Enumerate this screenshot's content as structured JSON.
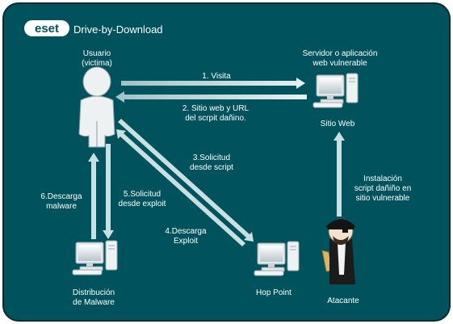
{
  "header": {
    "logo": "eset",
    "title": "Drive-by-Download"
  },
  "nodes": {
    "victim": {
      "label_line1": "Usuario",
      "label_line2": "(victima)",
      "icon": "user-icon"
    },
    "server": {
      "caption_line1": "Servidor o aplicación",
      "caption_line2": "web vulnerable",
      "label": "Sitio Web",
      "icon": "computer-icon"
    },
    "malware_dist": {
      "label_line1": "Distribución",
      "label_line2": "de Malware",
      "icon": "computer-icon"
    },
    "hop_point": {
      "label": "Hop Point",
      "icon": "computer-icon"
    },
    "attacker": {
      "label": "Atacante",
      "icon": "pirate-icon"
    }
  },
  "steps": {
    "s1": {
      "line1": "1. Visita"
    },
    "s2": {
      "line1": "2. Sitio web y URL",
      "line2": "del scrpit dañino."
    },
    "s3": {
      "line1": "3.Solicitud",
      "line2": "desde script"
    },
    "s4": {
      "line1": "4.Descarga",
      "line2": "Exploit"
    },
    "s5": {
      "line1": "5.Solicitud",
      "line2": "desde exploit"
    },
    "s6": {
      "line1": "6.Descarga",
      "line2": "malware"
    },
    "install": {
      "line1": "Instalación",
      "line2": "script dañiño en",
      "line3": "sitio vulnerable"
    }
  },
  "colors": {
    "background": "#00535c",
    "arrow": "#c8e0e2",
    "text": "#ffffff"
  }
}
